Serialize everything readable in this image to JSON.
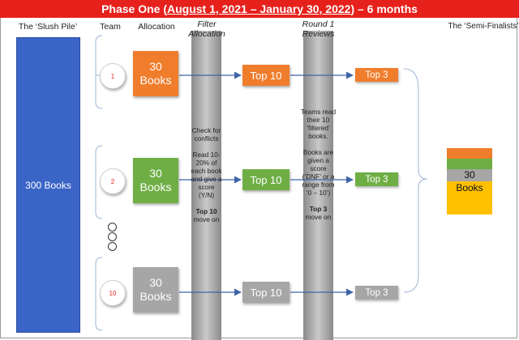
{
  "title": {
    "prefix": "Phase One (",
    "dates": "August 1, 2021 – January 30, 2022",
    "suffix": ") – 6 months"
  },
  "headers": {
    "slush_pile": "The ‘Slush Pile’",
    "team": "Team",
    "allocation": "Allocation",
    "filter_allocation": "Filter Allocation",
    "round1_reviews": "Round 1 Reviews",
    "semi_finalists": "The ‘Semi-Finalists’"
  },
  "slush_pile_box": "300 Books",
  "teams": [
    {
      "number": "1",
      "alloc_count": "30",
      "alloc_unit": "Books",
      "top10": "Top 10",
      "top3": "Top 3",
      "color": "#ef7d2c"
    },
    {
      "number": "2",
      "alloc_count": "30",
      "alloc_unit": "Books",
      "top10": "Top 10",
      "top3": "Top 3",
      "color": "#6fae45"
    },
    {
      "number": "10",
      "alloc_count": "30",
      "alloc_unit": "Books",
      "top10": "Top 10",
      "top3": "Top 3",
      "color": "#a6a6a6"
    }
  ],
  "filter_text": {
    "line1": "Check for conflicts",
    "line2": "Read 10-20% of each book and give a score (Y/N)",
    "line3_bold": "Top 10",
    "line3_rest": "move on"
  },
  "review_text": {
    "line1": "Teams read their 10 ‘filtered’ books.",
    "line2": "Books are given a score (‘DNF’ or a range from ‘0 – 10’)",
    "line3_bold": "Top 3",
    "line3_rest": "move on"
  },
  "stack": {
    "number": "30",
    "unit": "Books",
    "colors": [
      "#ef7d2c",
      "#6fae45",
      "#a6a6a6",
      "#ffc000"
    ]
  },
  "colors": {
    "title_bar": "#e6211c",
    "slush_pile": "#3a64c6",
    "arrow": "#3d64a8"
  }
}
